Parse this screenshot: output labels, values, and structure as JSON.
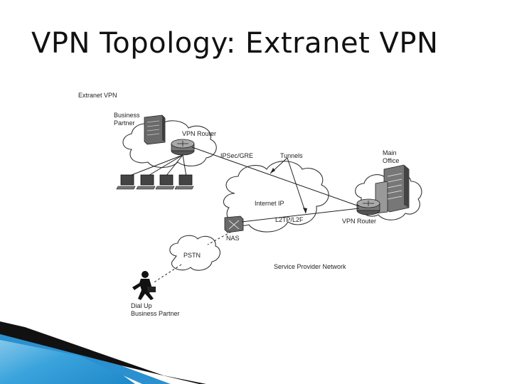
{
  "slide": {
    "title": "VPN Topology: Extranet VPN"
  },
  "diagram": {
    "heading": "Extranet VPN",
    "labels": {
      "business_partner_1": "Business",
      "business_partner_2": "Partner",
      "vpn_router_top": "VPN Router",
      "ipsec_gre": "IPSec/GRE",
      "tunnels": "Tunnels",
      "main_office_1": "Main",
      "main_office_2": "Office",
      "internet_ip": "Internet IP",
      "l2tp": "L2TP/L2F",
      "vpn_router_right": "VPN Router",
      "nas": "NAS",
      "pstn": "PSTN",
      "service_provider": "Service Provider Network",
      "dial_up_1": "Dial Up",
      "dial_up_2": "Business Partner"
    }
  },
  "colors": {
    "accent_blue": "#1e88c8",
    "accent_light": "#9ed4ef",
    "wedge_black": "#111111"
  }
}
